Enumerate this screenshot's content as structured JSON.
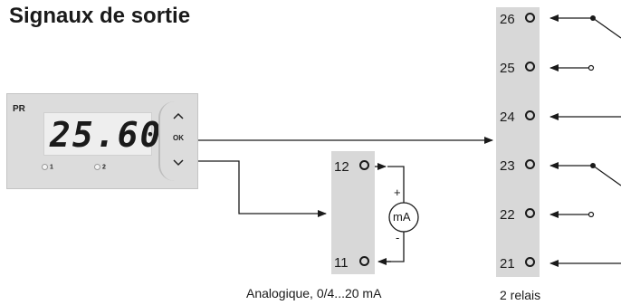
{
  "title": "Signaux de sortie",
  "device": {
    "brand": "PR",
    "reading": "25.60",
    "led1": "1",
    "led2": "2",
    "key_up": "^",
    "key_ok": "OK",
    "key_down": "v",
    "up_icon": "chevron-up-icon",
    "down_icon": "chevron-down-icon"
  },
  "analog": {
    "terminals": [
      "12",
      "11"
    ],
    "meter": "mA",
    "plus": "+",
    "minus": "-",
    "caption": "Analogique, 0/4...20 mA"
  },
  "relays": {
    "terminals": [
      "26",
      "25",
      "24",
      "23",
      "22",
      "21"
    ],
    "caption": "2 relais"
  }
}
